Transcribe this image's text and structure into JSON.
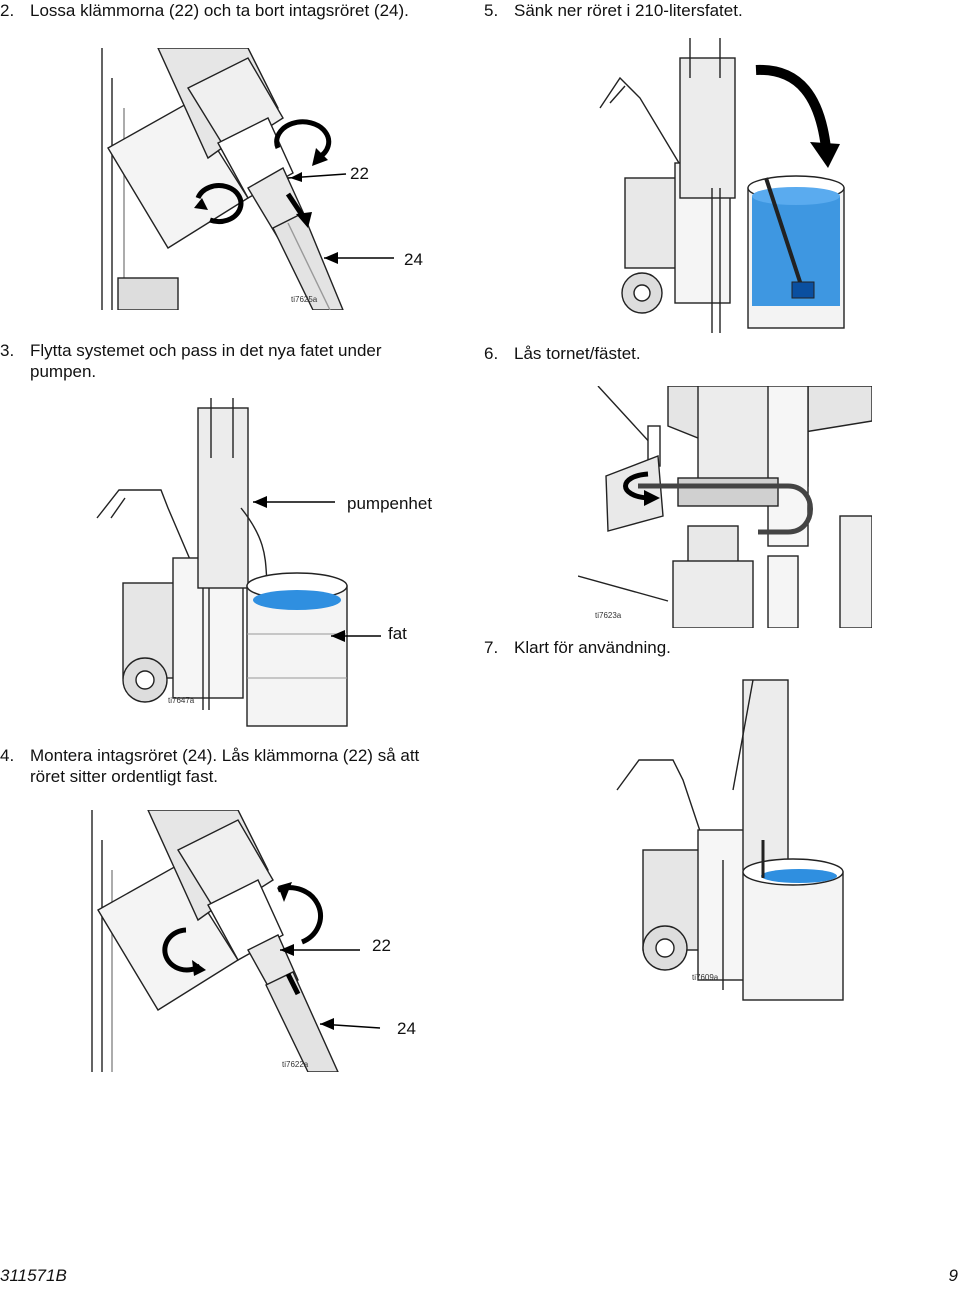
{
  "steps": {
    "s2": {
      "num": "2.",
      "text": "Lossa klämmorna (22) och ta bort intagsröret (24)."
    },
    "s3": {
      "num": "3.",
      "line1": "Flytta systemet och pass in det nya fatet under",
      "line2": "pumpen."
    },
    "s4": {
      "num": "4.",
      "line1": "Montera intagsröret (24). Lås klämmorna (22) så att",
      "line2": "röret sitter ordentligt fast."
    },
    "s5": {
      "num": "5.",
      "text": "Sänk ner röret i 210-litersfatet."
    },
    "s6": {
      "num": "6.",
      "text": "Lås tornet/fästet."
    },
    "s7": {
      "num": "7.",
      "text": "Klart för användning."
    }
  },
  "callouts": {
    "fig1_a": "22",
    "fig1_b": "24",
    "fig3_a": "pumpenhet",
    "fig3_b": "fat",
    "fig4_a": "22",
    "fig4_b": "24"
  },
  "figure_ids": {
    "fig1": "ti7625a",
    "fig2": "ti7623a",
    "fig3": "ti7647a",
    "fig4": "ti7622a",
    "fig5": "ti7609a"
  },
  "footer": {
    "doc_number": "311571B",
    "page_number": "9"
  },
  "colors": {
    "liquid": "#2f8fe0",
    "line": "#222222",
    "steel": "#d9d9d9"
  }
}
